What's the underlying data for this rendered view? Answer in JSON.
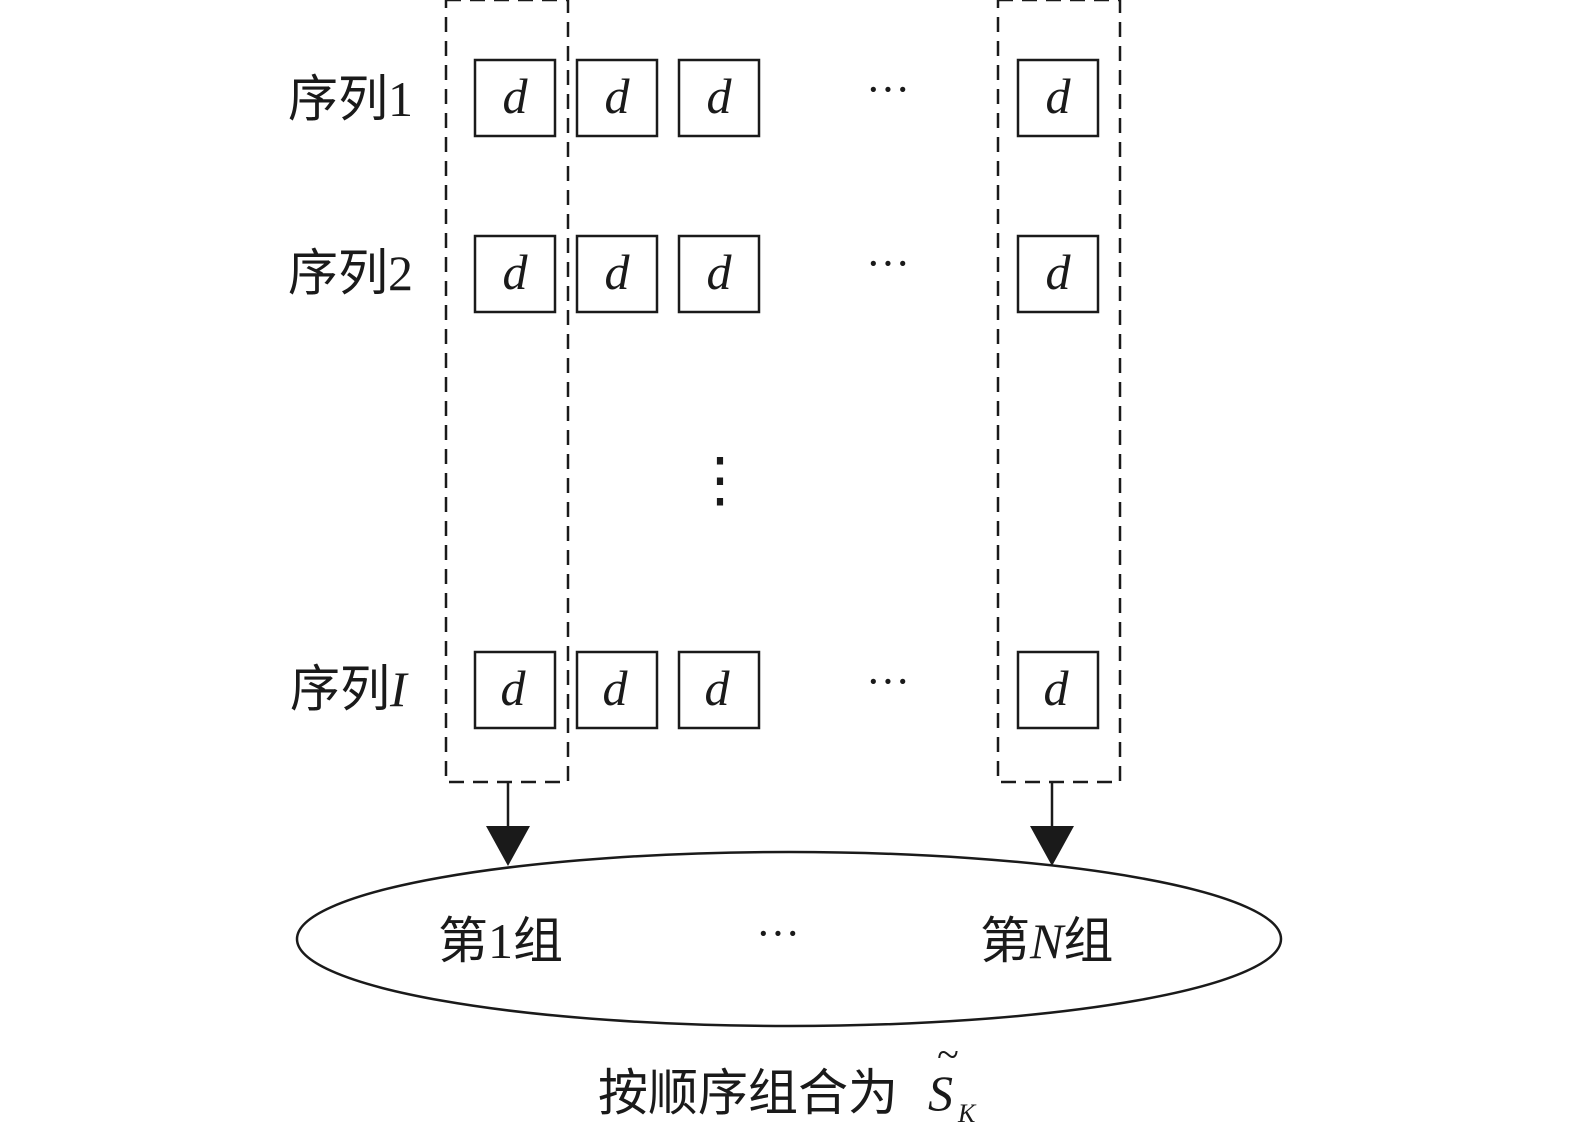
{
  "rows": [
    {
      "prefix": "序列",
      "index": "1",
      "index_italic": false
    },
    {
      "prefix": "序列",
      "index": "2",
      "index_italic": false
    },
    {
      "prefix": "序列",
      "index": "I",
      "index_italic": true
    }
  ],
  "cell_symbol": "d",
  "horizontal_ellipsis": "···",
  "vertical_ellipsis": "⋮",
  "groups": {
    "first": {
      "prefix": "第",
      "index": "1",
      "suffix": "组"
    },
    "middle": "···",
    "last": {
      "prefix": "第",
      "index": "N",
      "suffix": "组"
    }
  },
  "caption": {
    "text": "按顺序组合为",
    "symbol": "S",
    "subscript": "K",
    "accent": "~"
  },
  "colors": {
    "stroke": "#1a1a1a",
    "background": "#ffffff"
  }
}
